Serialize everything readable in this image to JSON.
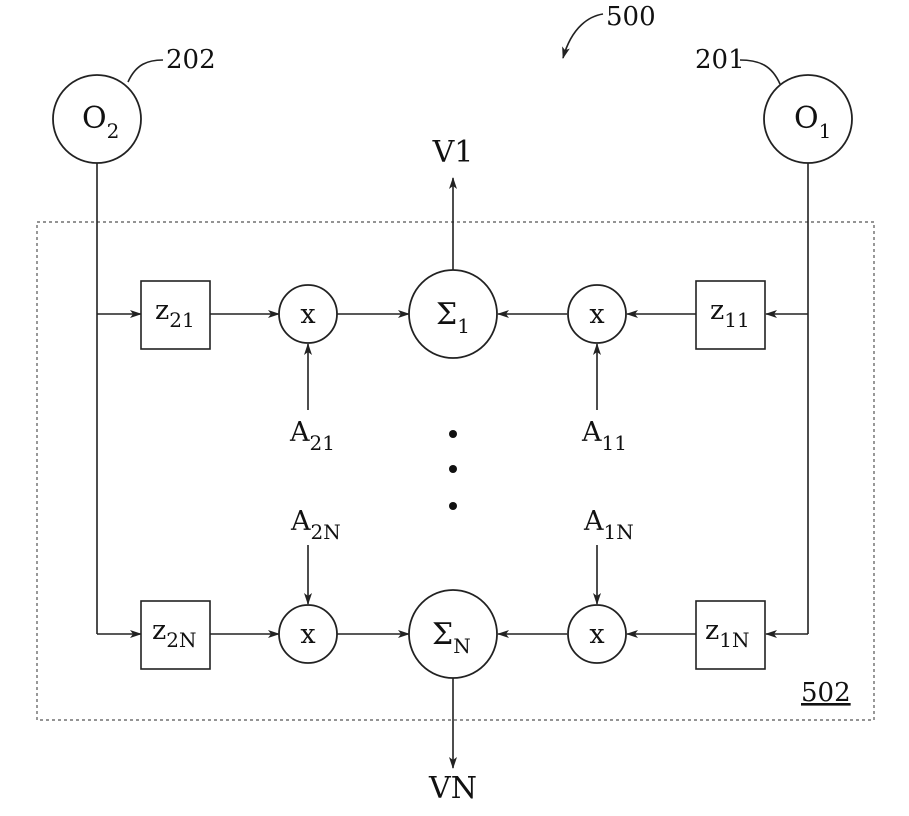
{
  "figure": {
    "ref_main": "500",
    "ref_block": "502",
    "ref_source_2": "202",
    "ref_source_1": "201"
  },
  "sources": {
    "o2": {
      "base": "O",
      "sub": "2"
    },
    "o1": {
      "base": "O",
      "sub": "1"
    }
  },
  "outputs": {
    "top": "V1",
    "bottom": "VN"
  },
  "delays": {
    "z21": {
      "base": "z",
      "sub": "21"
    },
    "z11": {
      "base": "z",
      "sub": "11"
    },
    "z2N": {
      "base": "z",
      "sub": "2N"
    },
    "z1N": {
      "base": "z",
      "sub": "1N"
    }
  },
  "weights": {
    "a21": {
      "base": "A",
      "sub": "21"
    },
    "a11": {
      "base": "A",
      "sub": "11"
    },
    "a2N": {
      "base": "A",
      "sub": "2N"
    },
    "a1N": {
      "base": "A",
      "sub": "1N"
    }
  },
  "multiplier_label": "x",
  "summers": {
    "s1": {
      "base": "Σ",
      "sub": "1"
    },
    "sN": {
      "base": "Σ",
      "sub": "N"
    }
  },
  "line_color": "#222222"
}
